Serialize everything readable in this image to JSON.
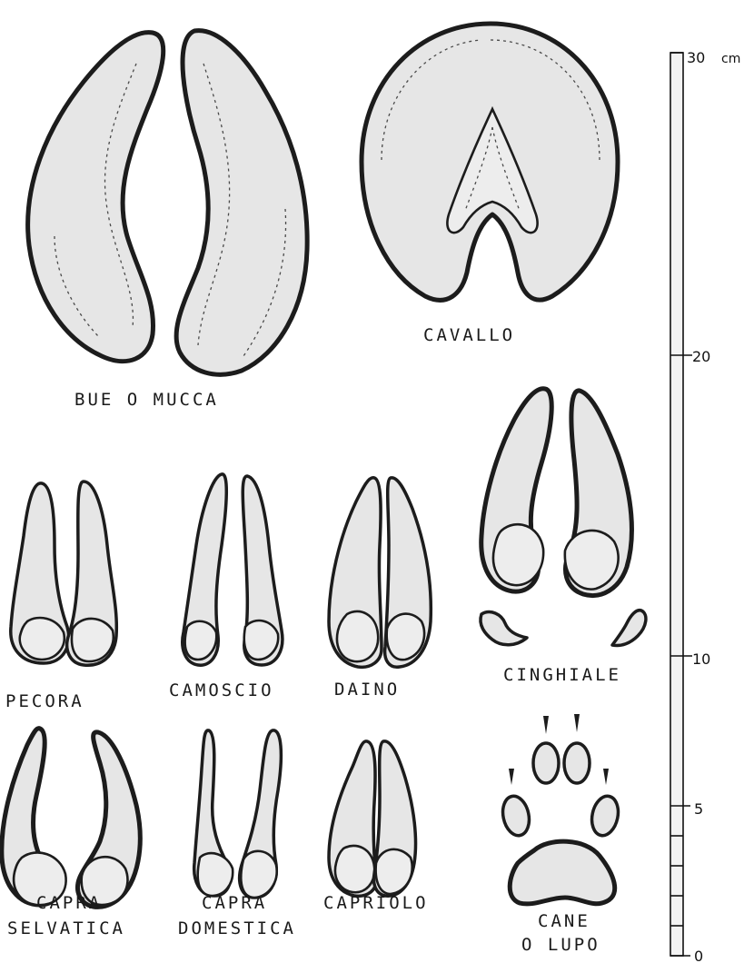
{
  "labels": {
    "bue": "BUE O MUCCA",
    "cavallo": "CAVALLO",
    "pecora": "PECORA",
    "camoscio": "CAMOSCIO",
    "daino": "DAINO",
    "cinghiale": "CINGHIALE",
    "capra_selvatica_1": "CAPRA",
    "capra_selvatica_2": "SELVATICA",
    "capra_domestica_1": "CAPRA",
    "capra_domestica_2": "DOMESTICA",
    "capriolo": "CAPRIOLO",
    "cane_1": "CANE",
    "cane_2": "O LUPO"
  },
  "scale": {
    "unit": "cm",
    "max_label": "30",
    "ticks": [
      "20",
      "10",
      "5",
      "0"
    ]
  }
}
